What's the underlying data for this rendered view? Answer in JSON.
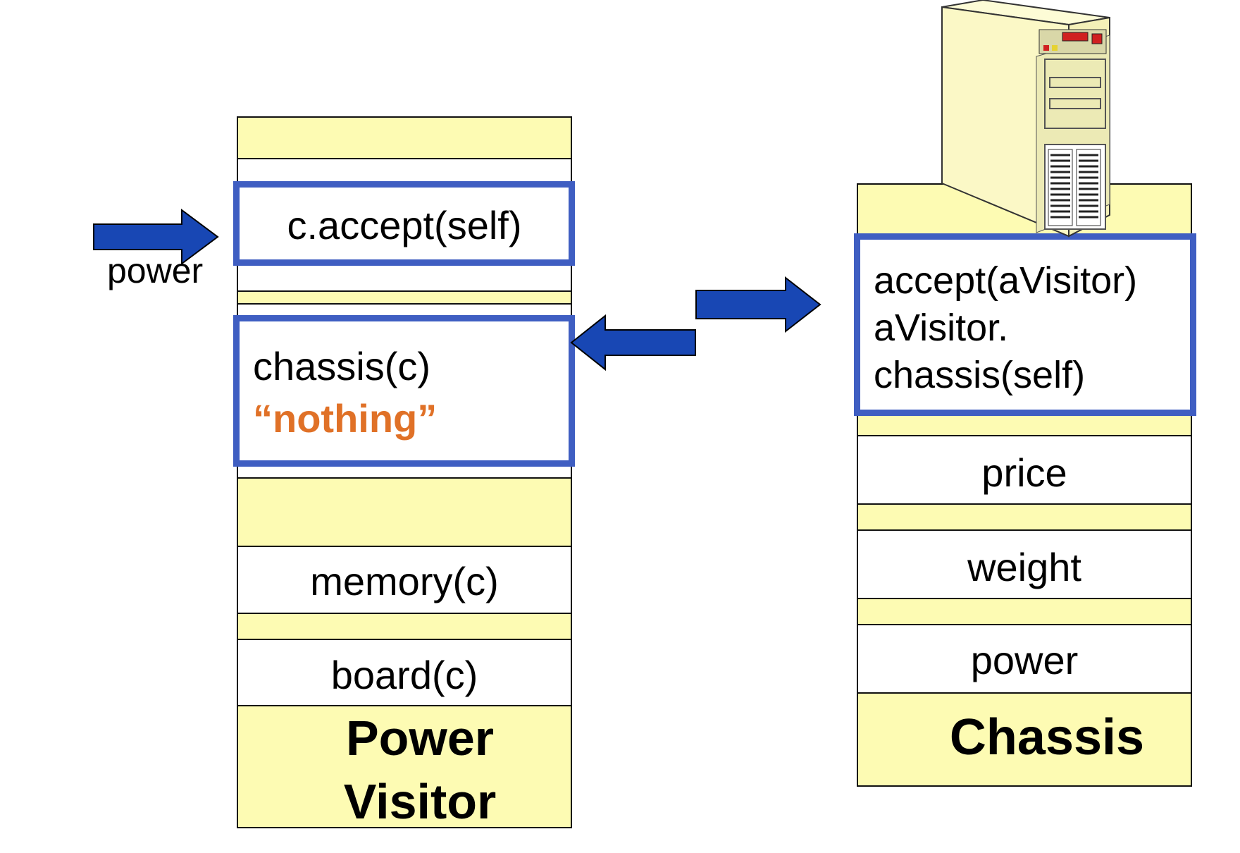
{
  "colors": {
    "block_fill": "#fdfbb3",
    "highlight_border": "#3f5ec2",
    "arrow_fill": "#1847b4",
    "nothing_text": "#e07127"
  },
  "left_stack": {
    "label_line1": "Power",
    "label_line2": "Visitor",
    "accept_call": "c.accept(self)",
    "chassis_method": "chassis(c)",
    "chassis_note": "“nothing”",
    "memory_method": "memory(c)",
    "board_method": "board(c)"
  },
  "right_stack": {
    "label": "Chassis",
    "accept_line1": "accept(aVisitor)",
    "accept_line2": "aVisitor.",
    "accept_line3": "chassis(self)",
    "price": "price",
    "weight": "weight",
    "power": "power"
  },
  "incoming": {
    "label": "power"
  },
  "icons": [
    "server-tower-icon",
    "arrow-right-icon",
    "arrow-left-icon"
  ]
}
